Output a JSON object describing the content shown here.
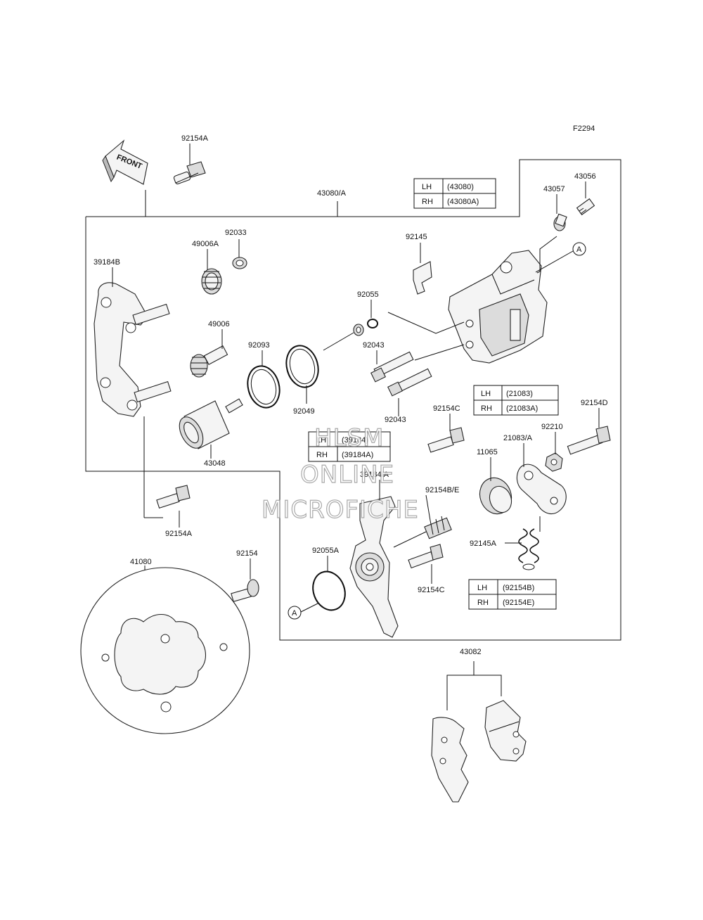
{
  "figure_code": "F2294",
  "front_label": "FRONT",
  "callout_marker": "A",
  "parts": {
    "p92154A_top": "92154A",
    "p43080A": "43080/A",
    "p43056": "43056",
    "p43057": "43057",
    "p92033": "92033",
    "p49006A": "49006A",
    "p39184B": "39184B",
    "p92145": "92145",
    "p92055": "92055",
    "p49006": "49006",
    "p92093": "92093",
    "p92043_a": "92043",
    "p92049": "92049",
    "p92043_b": "92043",
    "p43048": "43048",
    "p92154C_top": "92154C",
    "p92154D": "92154D",
    "p92210": "92210",
    "p21083A": "21083/A",
    "p11065": "11065",
    "p39184A": "39184/A",
    "p92154BE": "92154B/E",
    "p92154A_bottom": "92154A",
    "p92145A": "92145A",
    "p92055A": "92055A",
    "p41080": "41080",
    "p92154": "92154",
    "p92154C_bottom": "92154C",
    "p43082": "43082"
  },
  "tables": {
    "caliper": [
      [
        "LH",
        "(43080)"
      ],
      [
        "RH",
        "(43080A)"
      ]
    ],
    "lever": [
      [
        "LH",
        "(21083)"
      ],
      [
        "RH",
        "(21083A)"
      ]
    ],
    "bracket": [
      [
        "LH",
        "(39184)"
      ],
      [
        "RH",
        "(39184A)"
      ]
    ],
    "bolt": [
      [
        "LH",
        "(92154B)"
      ],
      [
        "RH",
        "(92154E)"
      ]
    ]
  },
  "watermark": [
    "HLSM",
    "ONLINE",
    "MICROFICHE"
  ]
}
